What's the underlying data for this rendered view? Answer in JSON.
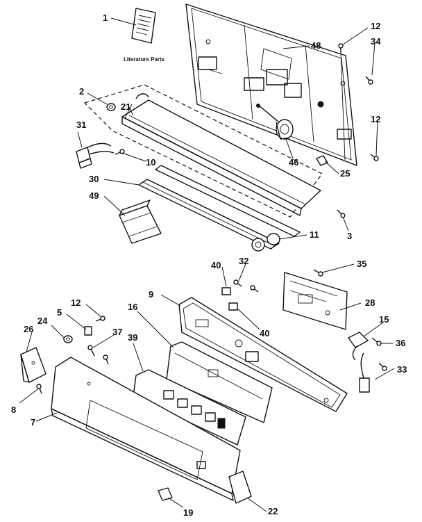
{
  "literature_label": "Literature Parts",
  "callouts": [
    {
      "id": "c1",
      "text": "1"
    },
    {
      "id": "c2",
      "text": "2"
    },
    {
      "id": "c21",
      "text": "21"
    },
    {
      "id": "c31",
      "text": "31"
    },
    {
      "id": "c10",
      "text": "10"
    },
    {
      "id": "c30",
      "text": "30"
    },
    {
      "id": "c49",
      "text": "49"
    },
    {
      "id": "c11",
      "text": "11"
    },
    {
      "id": "c3",
      "text": "3"
    },
    {
      "id": "c25",
      "text": "25"
    },
    {
      "id": "c46",
      "text": "46"
    },
    {
      "id": "c48",
      "text": "48"
    },
    {
      "id": "c12a",
      "text": "12"
    },
    {
      "id": "c34",
      "text": "34"
    },
    {
      "id": "c12b",
      "text": "12"
    },
    {
      "id": "c40a",
      "text": "40"
    },
    {
      "id": "c32",
      "text": "32"
    },
    {
      "id": "c35",
      "text": "35"
    },
    {
      "id": "c9",
      "text": "9"
    },
    {
      "id": "c28",
      "text": "28"
    },
    {
      "id": "c16",
      "text": "16"
    },
    {
      "id": "c40b",
      "text": "40"
    },
    {
      "id": "c15",
      "text": "15"
    },
    {
      "id": "c12c",
      "text": "12"
    },
    {
      "id": "c5",
      "text": "5"
    },
    {
      "id": "c36",
      "text": "36"
    },
    {
      "id": "c26",
      "text": "26"
    },
    {
      "id": "c24",
      "text": "24"
    },
    {
      "id": "c37",
      "text": "37"
    },
    {
      "id": "c39",
      "text": "39"
    },
    {
      "id": "c33",
      "text": "33"
    },
    {
      "id": "c8",
      "text": "8"
    },
    {
      "id": "c7",
      "text": "7"
    },
    {
      "id": "c19",
      "text": "19"
    },
    {
      "id": "c22",
      "text": "22"
    }
  ]
}
